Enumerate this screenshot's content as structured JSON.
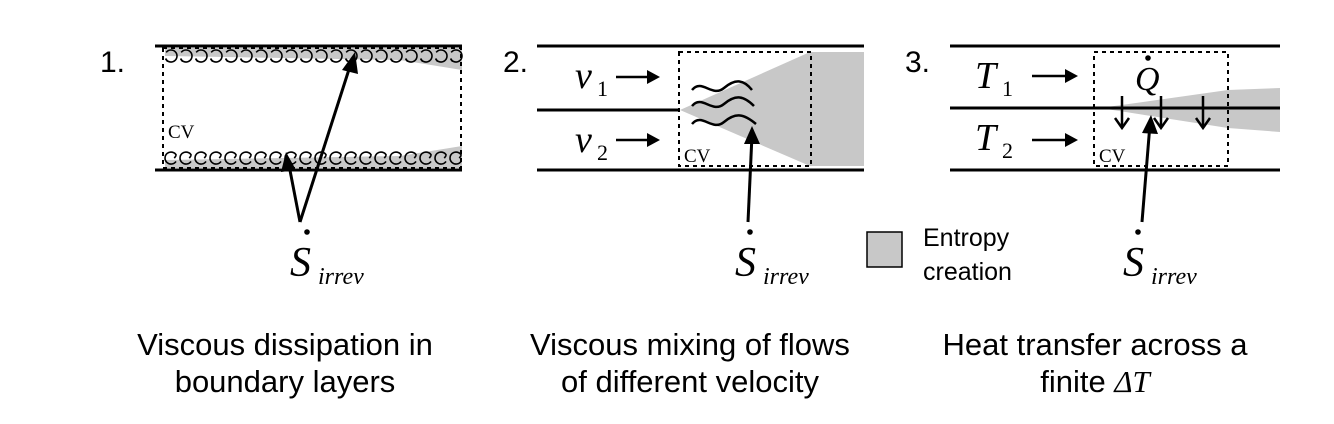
{
  "panels": [
    {
      "number": "1.",
      "cv_label": "CV",
      "symbol": {
        "main": "S",
        "sub": "irrev"
      },
      "caption": [
        "Viscous dissipation in",
        "boundary layers"
      ]
    },
    {
      "number": "2.",
      "cv_label": "CV",
      "inflows": [
        {
          "main": "v",
          "sub": "1"
        },
        {
          "main": "v",
          "sub": "2"
        }
      ],
      "symbol": {
        "main": "S",
        "sub": "irrev"
      },
      "caption": [
        "Viscous mixing of flows",
        "of different velocity"
      ]
    },
    {
      "number": "3.",
      "cv_label": "CV",
      "inflows": [
        {
          "main": "T",
          "sub": "1"
        },
        {
          "main": "T",
          "sub": "2"
        }
      ],
      "heat": "Q",
      "symbol": {
        "main": "S",
        "sub": "irrev"
      },
      "caption": [
        "Heat transfer across a",
        "finite"
      ],
      "caption_math": "ΔT"
    }
  ],
  "legend": {
    "label_line1": "Entropy",
    "label_line2": "creation"
  },
  "colors": {
    "entropy_fill": "#c8c8c8",
    "line": "#000000"
  }
}
